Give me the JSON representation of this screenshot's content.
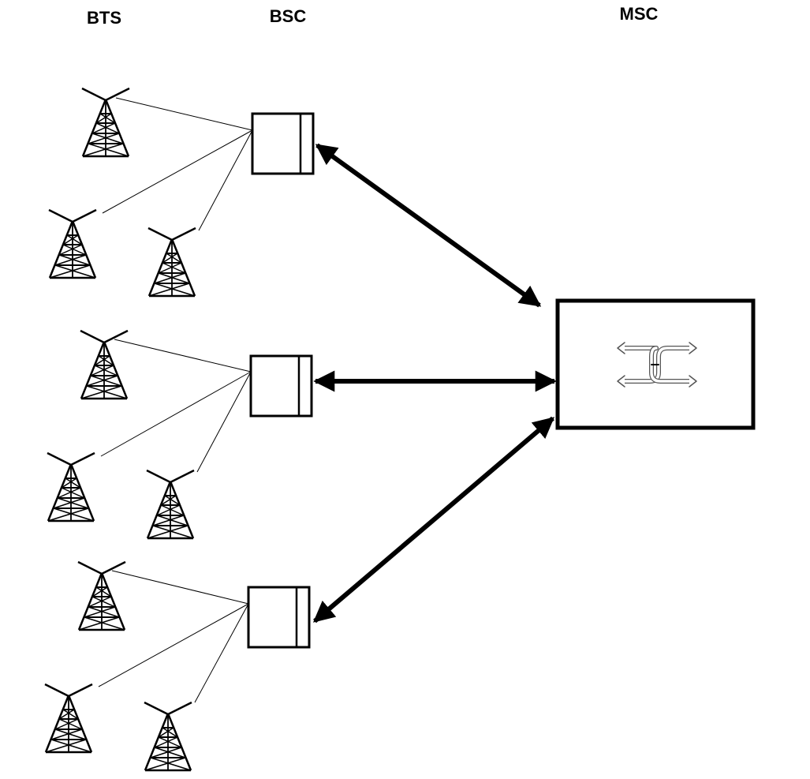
{
  "labels": {
    "bts": "BTS",
    "bsc": "BSC",
    "msc": "MSC"
  },
  "colors": {
    "stroke": "#000000",
    "background": "#ffffff",
    "switch_outline": "#555555",
    "switch_fill": "#ffffff"
  },
  "icons": {
    "bts": "antenna-tower-icon",
    "bsc": "controller-box-icon",
    "msc": "switch-icon"
  },
  "groups": [
    {
      "bsc": "bsc-1",
      "towers": [
        "bts-1a",
        "bts-1b",
        "bts-1c"
      ]
    },
    {
      "bsc": "bsc-2",
      "towers": [
        "bts-2a",
        "bts-2b",
        "bts-2c"
      ]
    },
    {
      "bsc": "bsc-3",
      "towers": [
        "bts-3a",
        "bts-3b",
        "bts-3c"
      ]
    }
  ],
  "links": {
    "bsc_to_msc": "bidirectional"
  }
}
